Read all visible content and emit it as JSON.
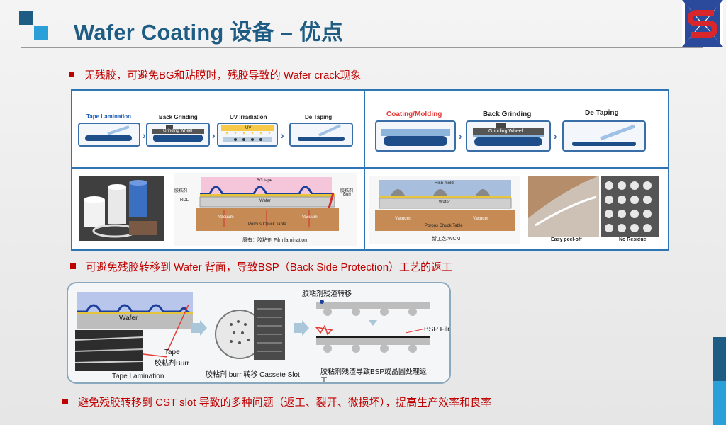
{
  "title": "Wafer Coating 设备 – 优点",
  "bullets": [
    "无残胶，可避免BG和贴膜时，残胶导致的 Wafer crack现象",
    "可避免残胶转移到 Wafer 背面，导致BSP（Back Side Protection）工艺的返工",
    "避免残胶转移到 CST slot 导致的多种问题（返工、裂开、微损坏），提高生产效率和良率"
  ],
  "flow_left": {
    "steps": [
      "Tape Lamination",
      "Back Grinding",
      "UV Irradiation",
      "De Taping"
    ],
    "grinding_wheel": "Grinding Wheel",
    "uv": "UV"
  },
  "flow_right": {
    "steps": [
      "Coating/Molding",
      "Back Grinding",
      "De Taping"
    ],
    "grinding_wheel": "Grinding Wheel"
  },
  "left_diagram": {
    "bg_tape": "BG tape",
    "adhesive_left": "胶粘剂",
    "rdl": "RDL",
    "wafer": "Wafer",
    "adhesive_right": "胶粘剂",
    "burr": "Burr",
    "vacuum_left": "Vacuum",
    "vacuum_right": "Vacuum",
    "chuck": "Porous Chuck Table",
    "caption": "原有：胶粘剂 Film lamination"
  },
  "right_diagram": {
    "resin_mold": "Risn mold",
    "wafer": "Wafer",
    "vacuum_left": "Vacuum",
    "vacuum_right": "Vacuum",
    "chuck": "Porous Chuck Table",
    "caption": "新工艺:WCM"
  },
  "peel_labels": [
    "Easy peel-off",
    "No Residue"
  ],
  "bottom": {
    "wafer": "Wafer",
    "tape": "Tape",
    "burr": "胶粘剂Burr",
    "tape_lamination": "Tape Lamination",
    "cassette_caption": "胶粘剂 burr 转移 Cassete Slot",
    "residue_transfer": "胶粘剂残渣转移",
    "bsp_film": "BSP Film",
    "residue_caption_1": "胶粘剂残渣导致BSP或晶圆处理返",
    "residue_caption_2": "工"
  },
  "colors": {
    "title": "#1f5c83",
    "bullet": "#c00000",
    "frame": "#2e75b6",
    "logo_red": "#d9262b",
    "logo_blue": "#2c4a9c"
  }
}
